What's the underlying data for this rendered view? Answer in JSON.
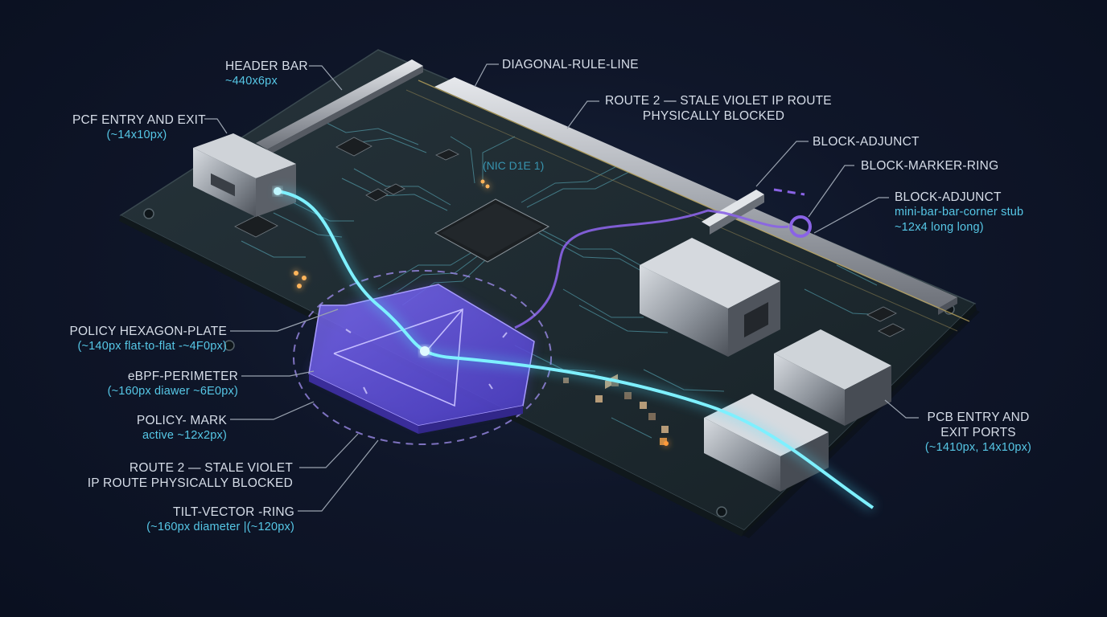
{
  "colors": {
    "background": "#0f1629",
    "board": "#1f2a2f",
    "trace": "#5fb8c8",
    "cyan_route": "#7ef0ff",
    "violet_route": "#8a63e6",
    "hexagon": "#6b58e0",
    "label_text": "#d6dde8",
    "label_subtext": "#56c7e6"
  },
  "board_tag": "(NIC D1E 1)",
  "labels": {
    "header_bar": {
      "title": "HEADER BAR",
      "sub": "~440x6px"
    },
    "pcf_entry": {
      "title": "PCF ENTRY AND EXIT",
      "sub": "(~14x10px)"
    },
    "diagonal_rule": {
      "title": "DIAGONAL-RULE-LINE"
    },
    "route2_top": {
      "line1": "ROUTE 2 — STALE VIOLET IP ROUTE",
      "line2": "PHYSICALLY BLOCKED"
    },
    "block_adjunct_1": {
      "title": "BLOCK-ADJUNCT"
    },
    "block_marker_ring": {
      "title": "BLOCK-MARKER-RING"
    },
    "block_adjunct_2": {
      "title": "BLOCK-ADJUNCT",
      "sub1": "mini-bar-bar-corner stub",
      "sub2": "~12x4 long long)"
    },
    "policy_hexagon": {
      "title": "POLICY HEXAGON-PLATE",
      "sub": "(~140px flat-to-flat -~4F0px)"
    },
    "ebpf_perimeter": {
      "title": "eBPF-PERIMETER",
      "sub": "(~160px diawer ~6E0px)"
    },
    "policy_mark": {
      "title": "POLICY- MARK",
      "sub": "active ~12x2px)"
    },
    "route2_left": {
      "line1": "ROUTE 2 — STALE VIOLET",
      "line2": "IP ROUTE PHYSICALLY BLOCKED"
    },
    "tilt_vector": {
      "title": "TILT-VECTOR -RING",
      "sub": "(~160px diameter |(~120px)"
    },
    "pcb_entry": {
      "line1": "PCB ENTRY AND",
      "line2": "EXIT PORTS",
      "sub": "(~1410px, 14x10px)"
    }
  }
}
